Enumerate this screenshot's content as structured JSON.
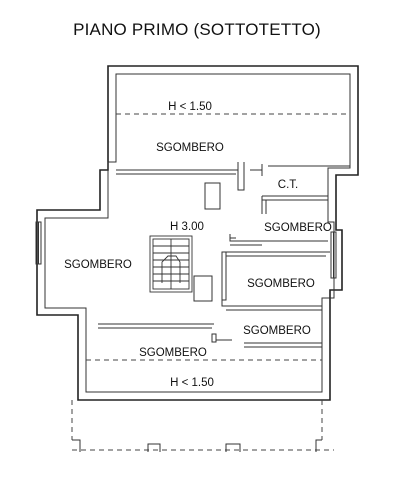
{
  "title": "PIANO PRIMO (SOTTOTETTO)",
  "rooms": {
    "low_top": "H < 1.50",
    "sgombero_top": "SGOMBERO",
    "ct": "C.T.",
    "sgombero_right_small": "SGOMBERO",
    "center_height": "H 3.00",
    "sgombero_left": "SGOMBERO",
    "sgombero_right_mid": "SGOMBERO",
    "sgombero_right_low": "SGOMBERO",
    "sgombero_bottom": "SGOMBERO",
    "low_bottom": "H < 1.50"
  }
}
